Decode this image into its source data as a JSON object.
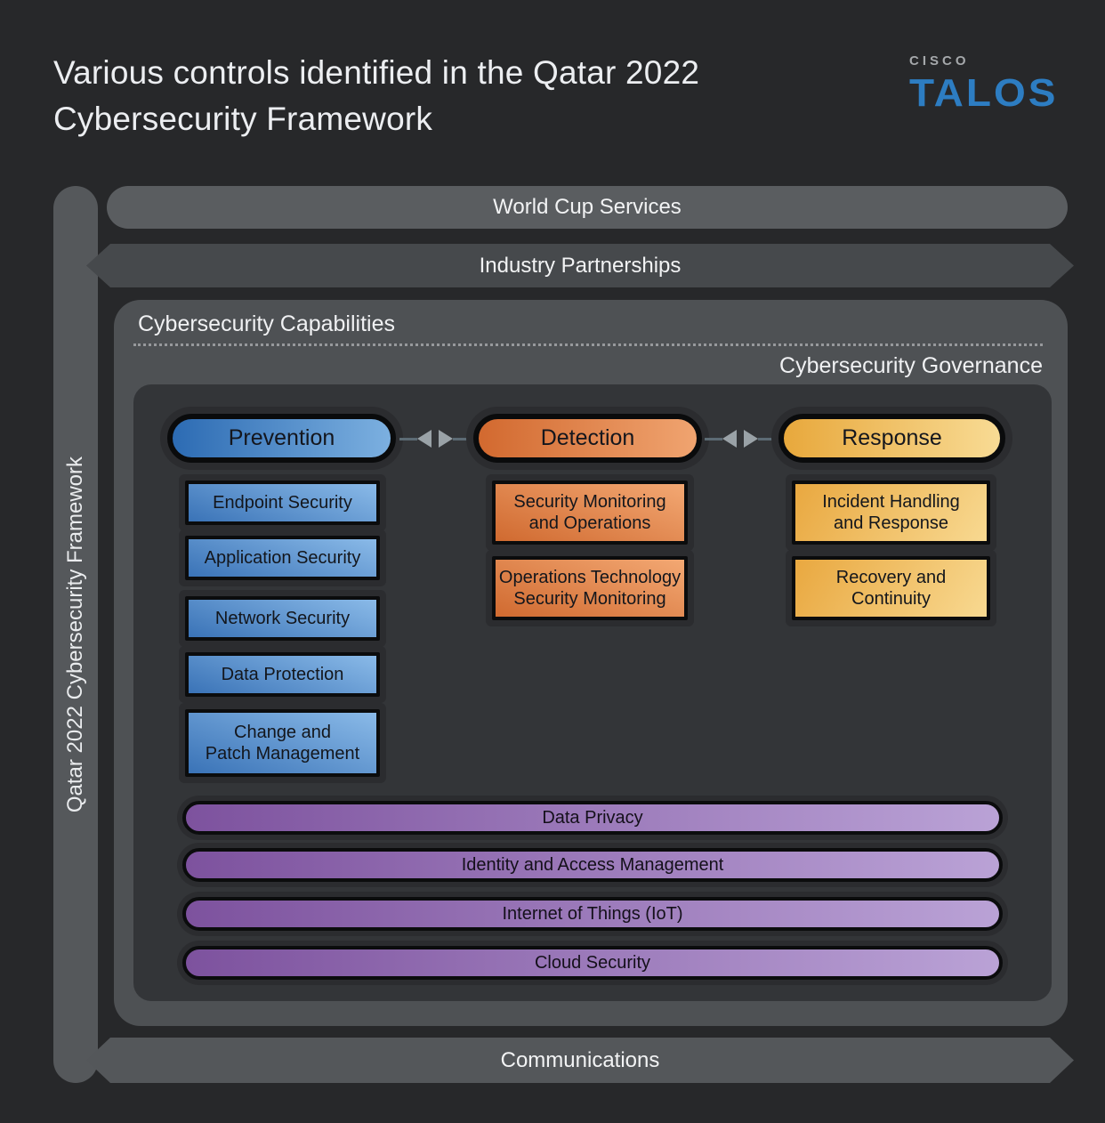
{
  "title": {
    "line1": "Various controls identified in the Qatar 2022",
    "line2": "Cybersecurity Framework"
  },
  "logo": {
    "cisco": "CISCO",
    "talos": "TALOS"
  },
  "framework_label": "Qatar 2022 Cybersecurity Framework",
  "bars": {
    "world_cup": "World Cup Services",
    "industry": "Industry Partnerships",
    "communications": "Communications"
  },
  "capabilities": {
    "label": "Cybersecurity Capabilities",
    "governance_label": "Cybersecurity Governance"
  },
  "columns": [
    {
      "label": "Prevention",
      "gradient": [
        "#2c6bb3",
        "#7cb0e0"
      ],
      "box_gradient": [
        "#8abae8",
        "#3a73b7"
      ],
      "items": [
        "Endpoint Security",
        "Application Security",
        "Network Security",
        "Data Protection",
        "Change and\nPatch Management"
      ]
    },
    {
      "label": "Detection",
      "gradient": [
        "#d2692f",
        "#f0a470"
      ],
      "box_gradient": [
        "#f3a873",
        "#d06a30"
      ],
      "items": [
        "Security Monitoring\nand Operations",
        "Operations Technology\nSecurity Monitoring"
      ]
    },
    {
      "label": "Response",
      "gradient": [
        "#e8a83c",
        "#f8db94"
      ],
      "box_gradient": [
        "#e9a840",
        "#f8d991"
      ],
      "items": [
        "Incident Handling\nand Response",
        "Recovery and\nContinuity"
      ]
    }
  ],
  "cross_cutting": {
    "gradient": [
      "#7d529e",
      "#baa2d6"
    ],
    "items": [
      "Data Privacy",
      "Identity and Access Management",
      "Internet of Things (IoT)",
      "Cloud Security"
    ]
  },
  "colors": {
    "background": "#27282a",
    "outer_container": "#4e5154",
    "inner_panel": "#333538",
    "gray_bar_light": "#5a5d60",
    "gray_bar_dark": "#46494c",
    "talos_blue": "#2d7dc2",
    "arrow_gray": "#9aa2a7",
    "text_light": "#f0f1f3",
    "text_dark": "#13161c"
  }
}
